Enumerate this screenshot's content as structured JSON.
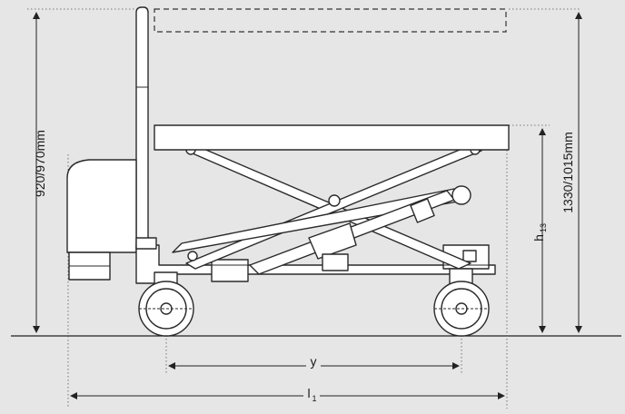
{
  "diagram": {
    "dimensions": {
      "overall_height": "920/970mm",
      "max_table_height": "1330/1015mm",
      "table_height_main": "h",
      "table_height_sub": "13",
      "wheelbase": "y",
      "length_main": "l",
      "length_sub": "1"
    },
    "colors": {
      "background": "#e6e6e6",
      "line": "#222222",
      "fill": "#ffffff"
    }
  }
}
